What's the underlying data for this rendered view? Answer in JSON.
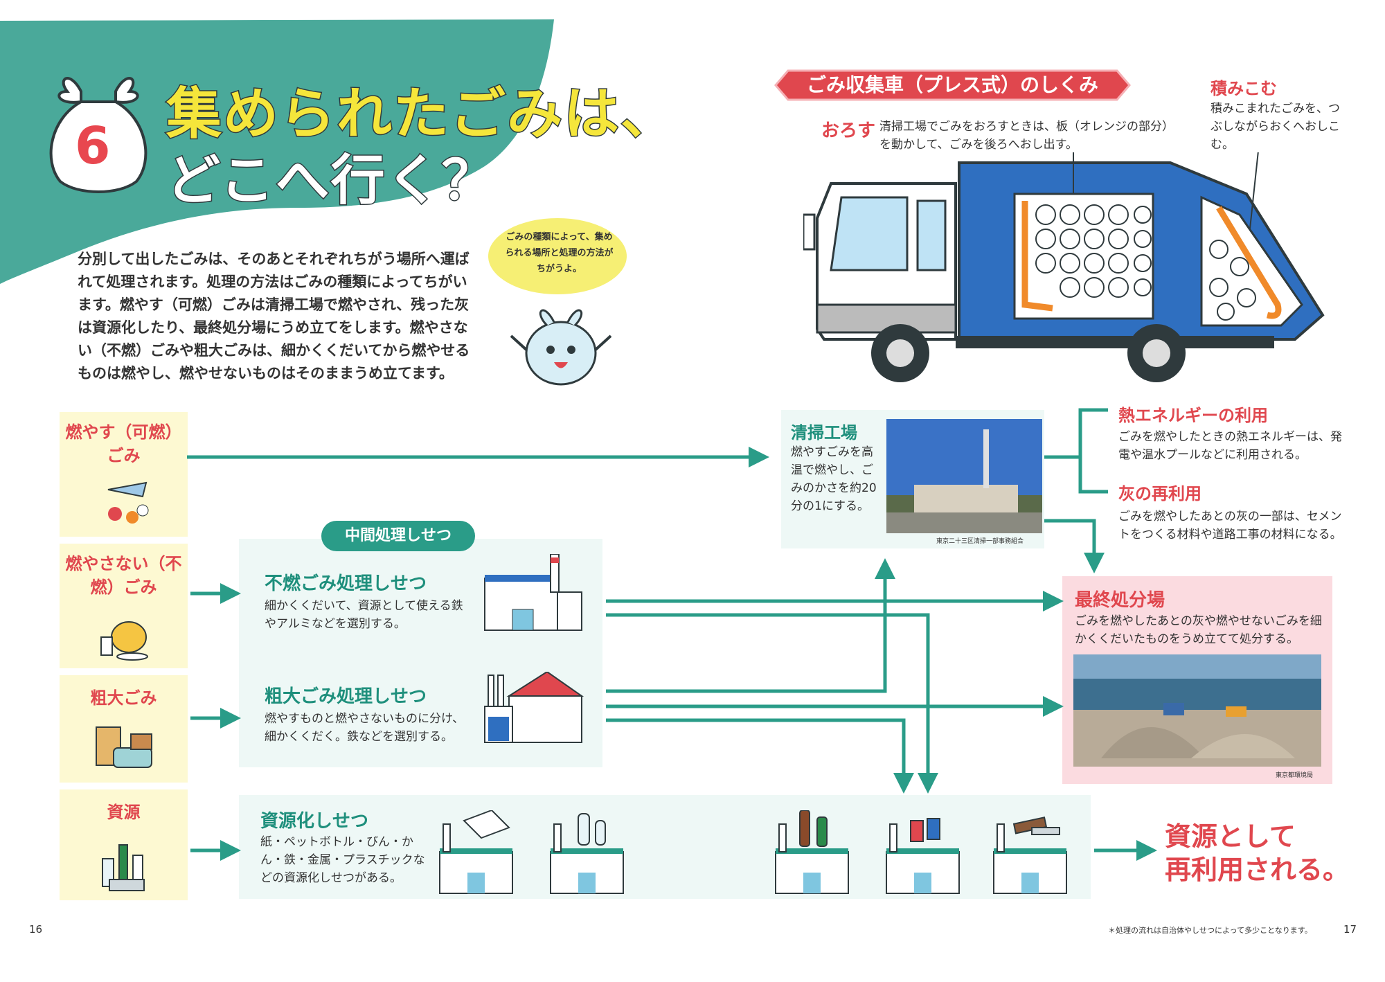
{
  "header": {
    "number": "6",
    "title_line1": "集められたごみは、",
    "title_line2": "どこへ行く？"
  },
  "intro": "分別して出したごみは、そのあとそれぞれちがう場所へ運ばれて処理されます。処理の方法はごみの種類によってちがいます。燃やす（可燃）ごみは清掃工場で燃やされ、残った灰は資源化したり、最終処分場にうめ立てをします。燃やさない（不燃）ごみや粗大ごみは、細かくくだいてから燃やせるものは燃やし、燃やせないものはそのままうめ立てます。",
  "speech_bubble": "ごみの種類によって、集められる場所と処理の方法がちがうよ。",
  "truck": {
    "title": "ごみ収集車（プレス式）のしくみ",
    "unload_label": "おろす",
    "unload_desc": "清掃工場でごみをおろすときは、板（オレンジの部分）を動かして、ごみを後ろへおし出す。",
    "load_label": "積みこむ",
    "load_desc": "積みこまれたごみを、つぶしながらおくへおしこむ。"
  },
  "categories": [
    {
      "label": "燃やす（可燃）ごみ"
    },
    {
      "label": "燃やさない（不燃）ごみ"
    },
    {
      "label": "粗大ごみ"
    },
    {
      "label": "資源"
    }
  ],
  "intermediate": {
    "pill": "中間処理しせつ",
    "noncomb_title": "不燃ごみ処理しせつ",
    "noncomb_desc": "細かくくだいて、資源として使える鉄やアルミなどを選別する。",
    "bulky_title": "粗大ごみ処理しせつ",
    "bulky_desc": "燃やすものと燃やさないものに分け、細かくくだく。鉄などを選別する。"
  },
  "recycling": {
    "title": "資源化しせつ",
    "desc": "紙・ペットボトル・びん・かん・鉄・金属・プラスチックなどの資源化しせつがある。"
  },
  "incinerator": {
    "title": "清掃工場",
    "desc": "燃やすごみを高温で燃やし、ごみのかさを約20分の1にする。",
    "photo_caption": "東京二十三区清掃一部事務組合"
  },
  "heat": {
    "title": "熱エネルギーの利用",
    "desc": "ごみを燃やしたときの熱エネルギーは、発電や温水プールなどに利用される。"
  },
  "ash": {
    "title": "灰の再利用",
    "desc": "ごみを燃やしたあとの灰の一部は、セメントをつくる材料や道路工事の材料になる。"
  },
  "landfill": {
    "title": "最終処分場",
    "desc": "ごみを燃やしたあとの灰や燃やせないごみを細かくくだいたものをうめ立てて処分する。",
    "photo_caption": "東京都環境局"
  },
  "result": {
    "line1": "資源として",
    "line2": "再利用される。"
  },
  "footer": {
    "page_left": "16",
    "page_right": "17",
    "footnote": "＊処理の流れは自治体やしせつによって多少ことなります。"
  },
  "colors": {
    "teal": "#2a9c88",
    "red": "#e0474e",
    "cream": "#fdf9d2",
    "mint": "#eef8f6",
    "pink": "#fbdbe0",
    "truck_blue": "#2f6fc0",
    "orange": "#f08a2a"
  }
}
